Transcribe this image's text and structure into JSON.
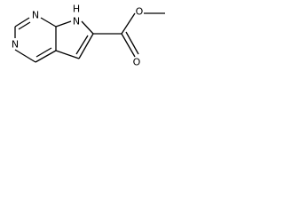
{
  "molecule": {
    "atoms": {
      "n1": "N",
      "n3": "N",
      "n7": "N",
      "h7": "H",
      "o_carbonyl": "O",
      "o_ester": "O"
    },
    "colors": {
      "bond": "#000000",
      "label": "#000000",
      "background": "#ffffff"
    }
  }
}
